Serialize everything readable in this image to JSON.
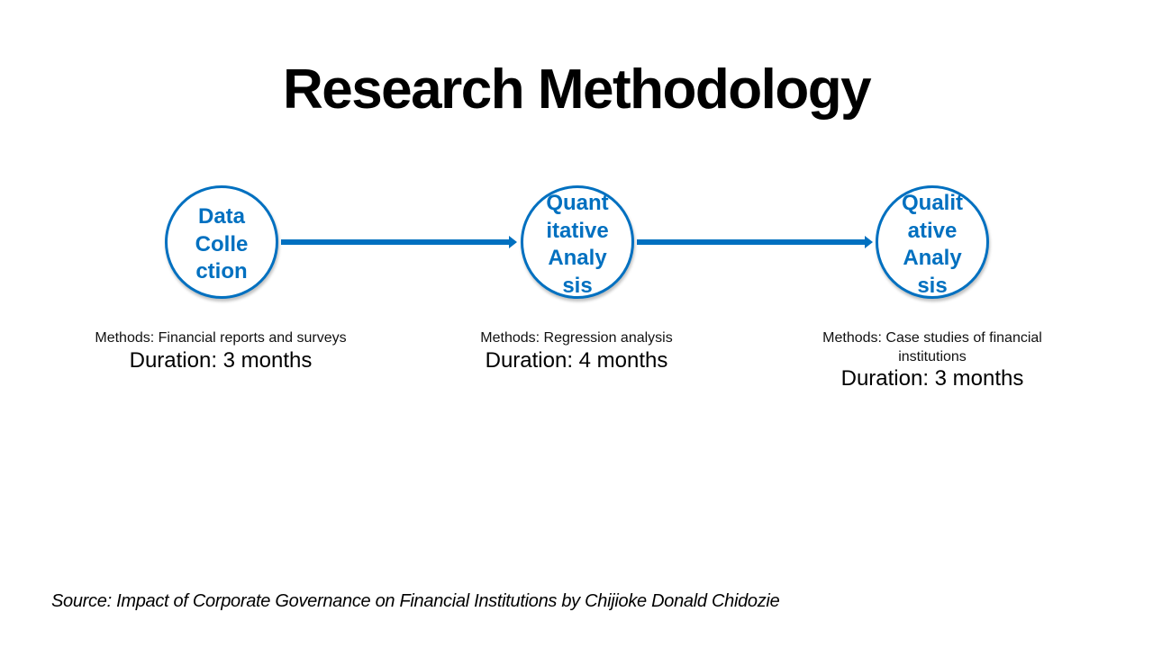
{
  "title": "Research Methodology",
  "accent_color": "#0070c0",
  "steps": [
    {
      "label": "Data Colle ction",
      "methods": "Methods: Financial reports and surveys",
      "duration": "Duration: 3 months"
    },
    {
      "label": "Quant itative Analy sis",
      "methods": "Methods: Regression analysis",
      "duration": "Duration: 4 months"
    },
    {
      "label": "Qualit ative Analy sis",
      "methods": "Methods: Case studies of financial institutions",
      "duration": "Duration: 3 months"
    }
  ],
  "source": "Source: Impact of Corporate Governance on Financial Institutions by Chijioke Donald Chidozie"
}
